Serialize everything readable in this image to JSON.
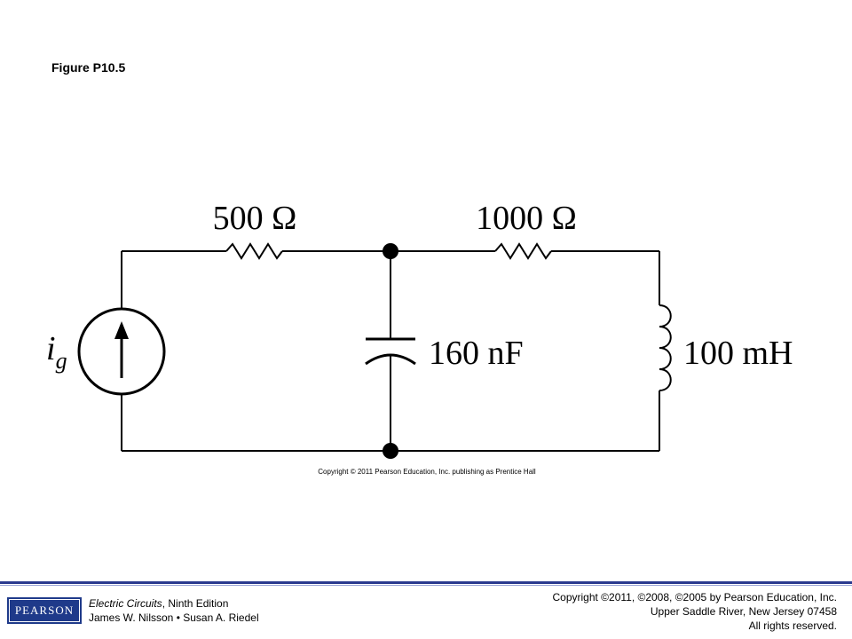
{
  "figure": {
    "title": "Figure P10.5",
    "copyright": "Copyright © 2011 Pearson Education, Inc. publishing as Prentice Hall"
  },
  "circuit": {
    "source_label": "i",
    "source_subscript": "g",
    "r1_label": "500 Ω",
    "r2_label": "1000 Ω",
    "capacitor_label": "160 nF",
    "inductor_label": "100 mH"
  },
  "footer": {
    "logo_text": "PEARSON",
    "book_title": "Electric Circuits",
    "book_edition": ", Ninth Edition",
    "authors": "James W. Nilsson • Susan A. Riedel",
    "publisher_line1": "Copyright ©2011, ©2008, ©2005 by Pearson Education, Inc.",
    "publisher_line2": "Upper Saddle River, New Jersey 07458",
    "publisher_line3": "All rights reserved."
  }
}
